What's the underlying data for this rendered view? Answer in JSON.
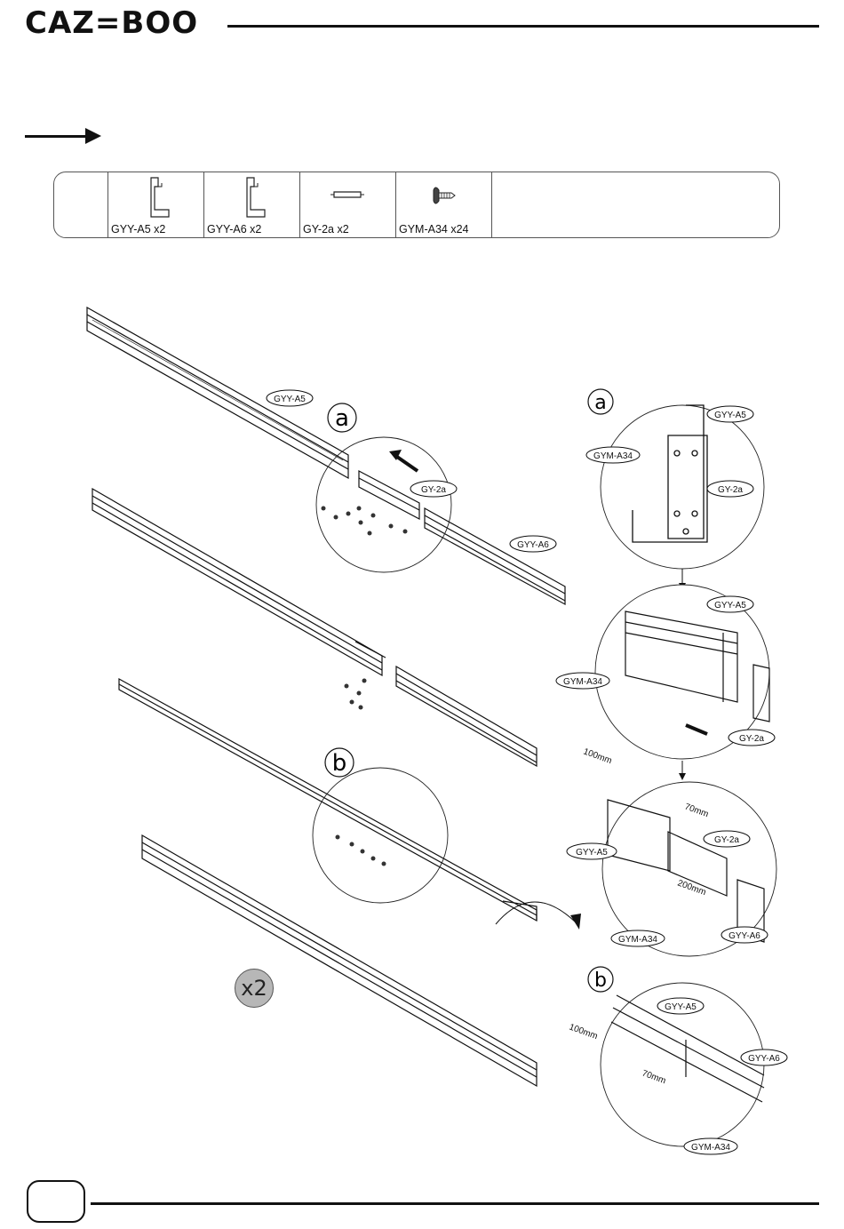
{
  "header": {
    "brand": "CAZ=BOO"
  },
  "parts_table": {
    "items": [
      {
        "label": "GYY-A5   x2",
        "icon": "l-profile-icon"
      },
      {
        "label": "GYY-A6   x2",
        "icon": "l-profile-icon"
      },
      {
        "label": "GY-2a  x2",
        "icon": "connector-plate-icon"
      },
      {
        "label": "GYM-A34  x24",
        "icon": "screw-icon"
      }
    ]
  },
  "diagram": {
    "main_markers": {
      "a": "a",
      "b": "b"
    },
    "main_callouts": {
      "gyy_a5": "GYY-A5",
      "gy_2a": "GY-2a",
      "gyy_a6": "GYY-A6"
    },
    "multiplier": "x2",
    "detail_a": {
      "marker": "a",
      "top": {
        "gyy_a5": "GYY-A5",
        "gym_a34": "GYM-A34",
        "gy_2a": "GY-2a"
      },
      "middle": {
        "gyy_a5": "GYY-A5",
        "gym_a34": "GYM-A34",
        "gy_2a": "GY-2a"
      },
      "bottom": {
        "dim1": "100mm",
        "dim2": "70mm",
        "dim3": "200mm",
        "gy_2a": "GY-2a",
        "gyy_a5": "GYY-A5",
        "gym_a34": "GYM-A34",
        "gyy_a6": "GYY-A6"
      }
    },
    "detail_b": {
      "marker": "b",
      "gyy_a5": "GYY-A5",
      "gyy_a6": "GYY-A6",
      "gym_a34": "GYM-A34",
      "dim1": "100mm",
      "dim2": "70mm"
    }
  },
  "footer": {
    "page_number": ""
  }
}
